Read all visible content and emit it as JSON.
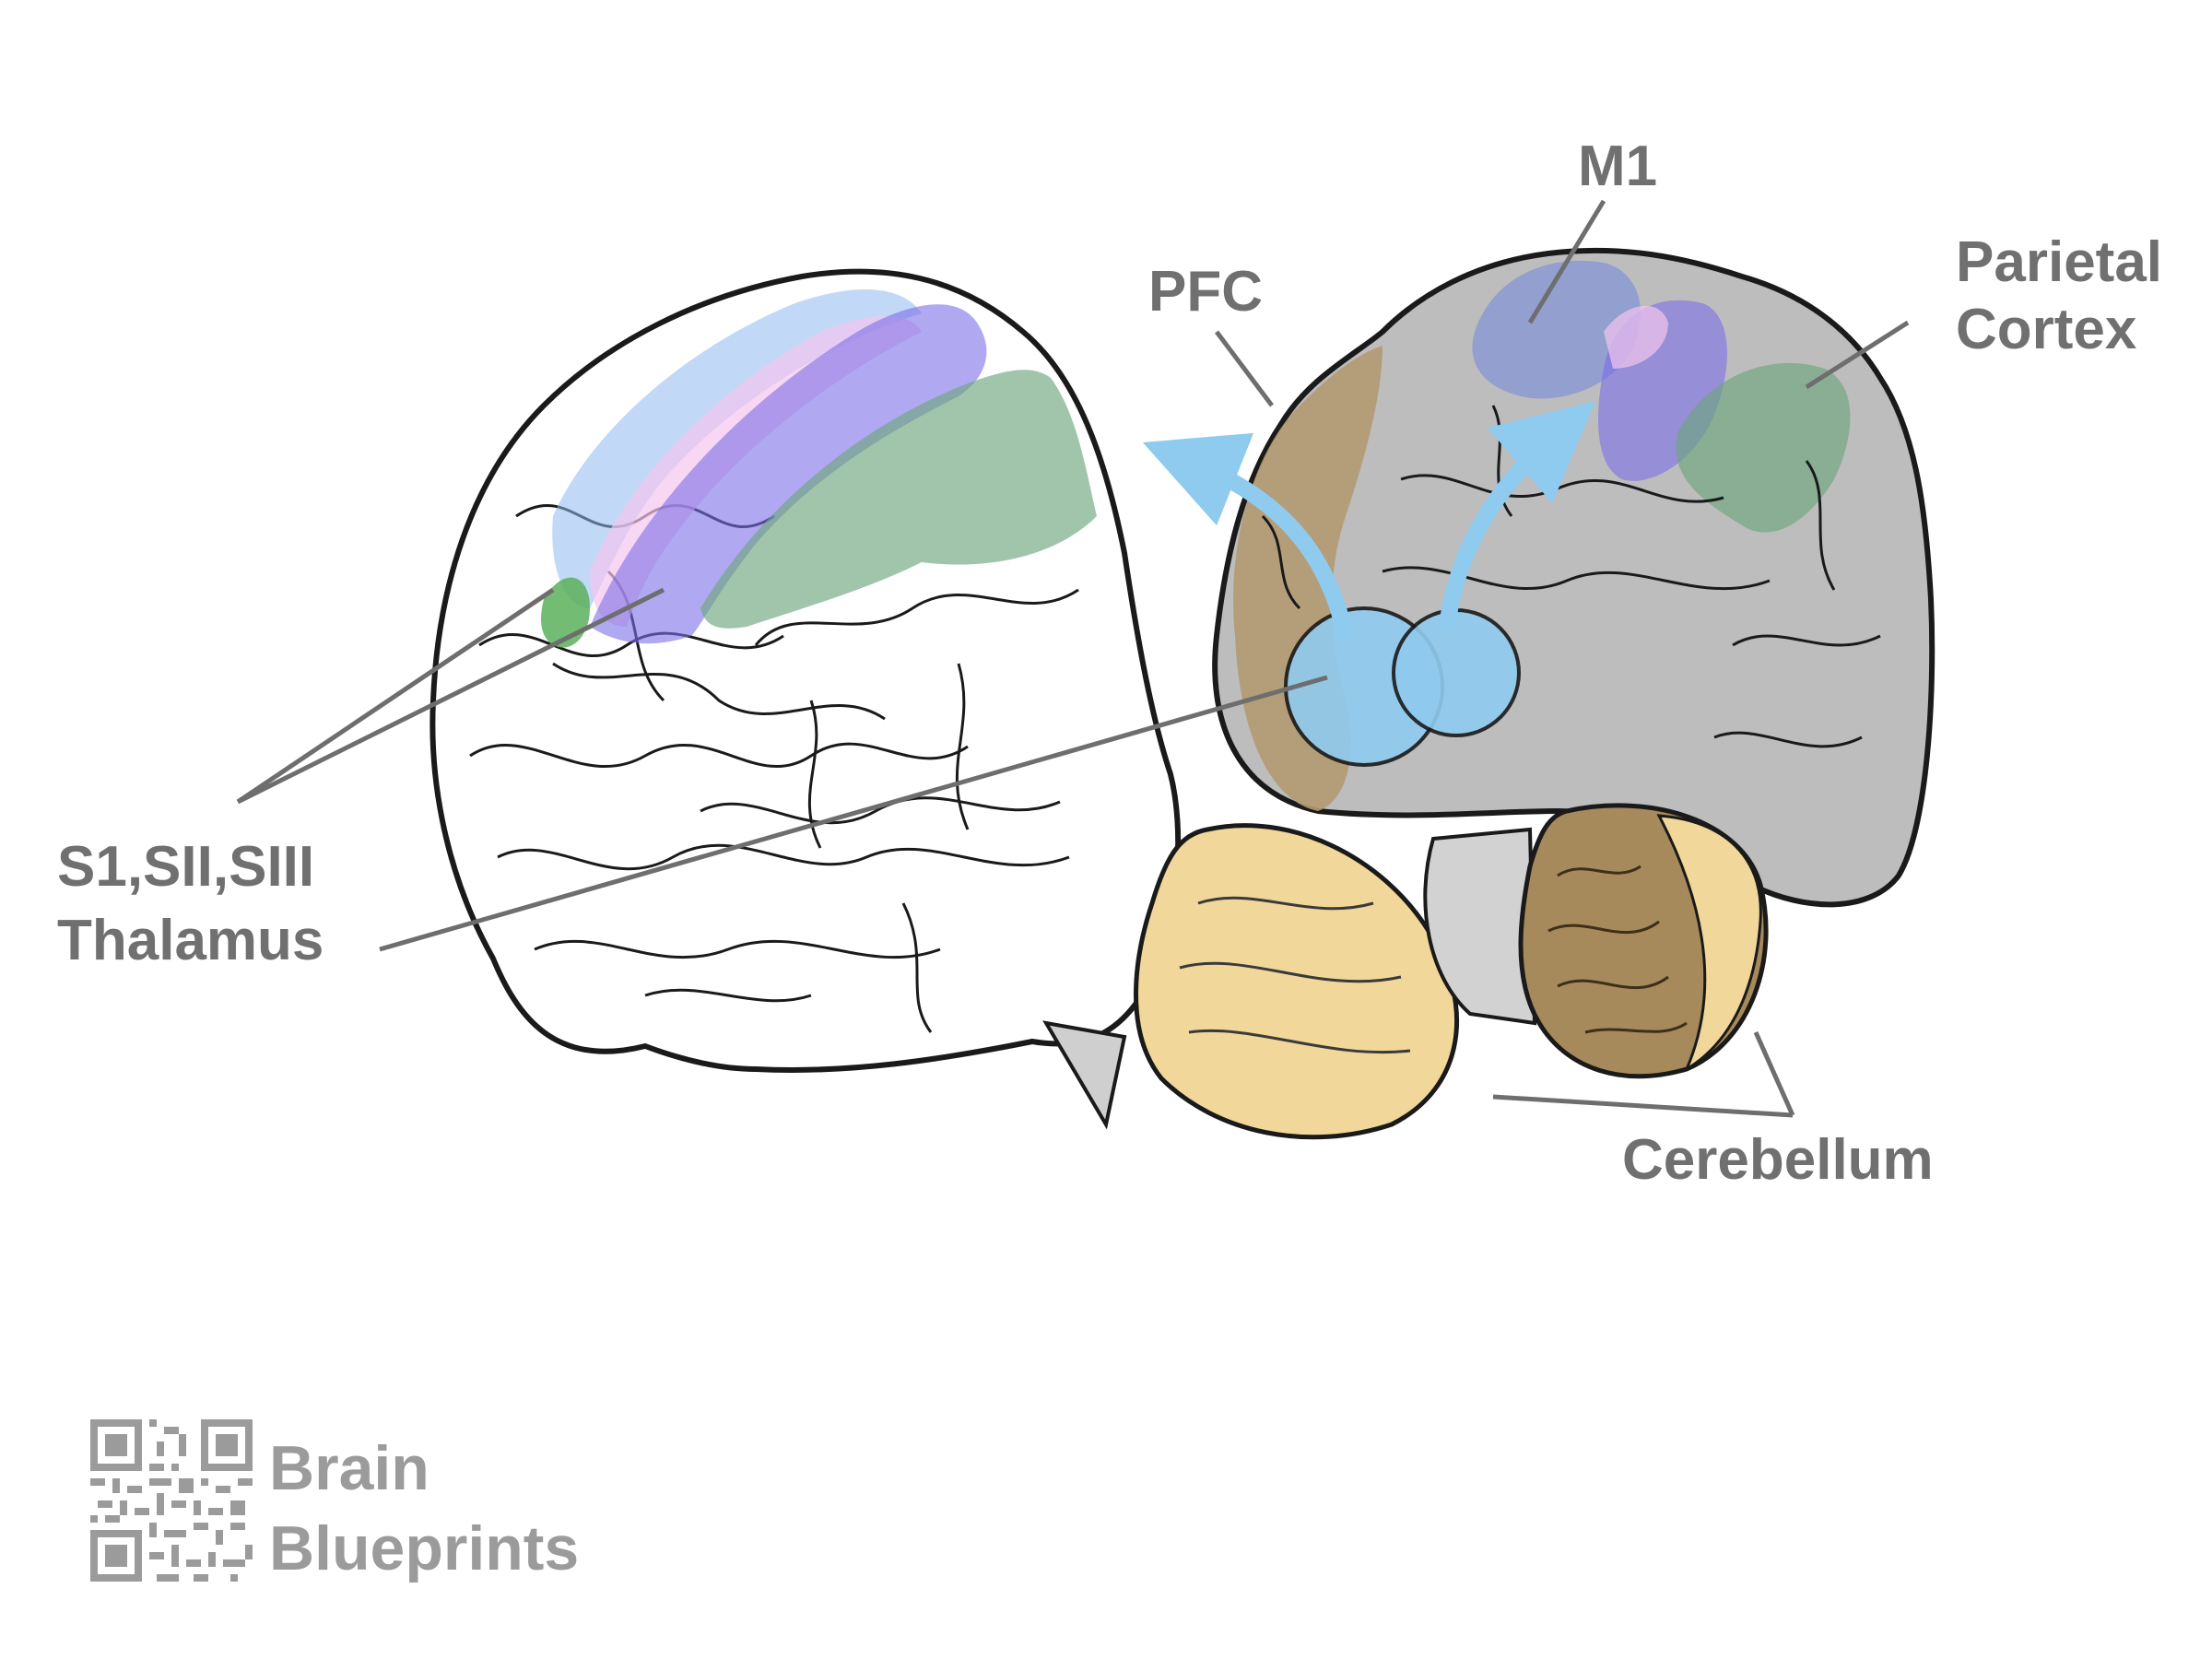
{
  "labels": {
    "m1": "M1",
    "pfc": "PFC",
    "parietal_line1": "Parietal",
    "parietal_line2": "Cortex",
    "somatosensory": "S1,SII,SIII",
    "thalamus": "Thalamus",
    "cerebellum": "Cerebellum"
  },
  "brand": {
    "line1": "Brain",
    "line2": "Blueprints"
  },
  "colors": {
    "label_text": "#707070",
    "brand_text": "#9b9b9b",
    "leader_line": "#6e6e6e",
    "motor_cortex": "#7b6ee8",
    "premotor_blue": "#8fb8f0",
    "somatosensory_pink": "#f3c6ee",
    "parietal_green": "#6fa67e",
    "thalamus_blue": "#8fcbef",
    "pfc_brown": "#b39a72",
    "cortex_gray": "#bdbdbd",
    "cerebellum_tan": "#f1d79a"
  },
  "icons": {
    "qr_code": "qr-code-icon"
  }
}
